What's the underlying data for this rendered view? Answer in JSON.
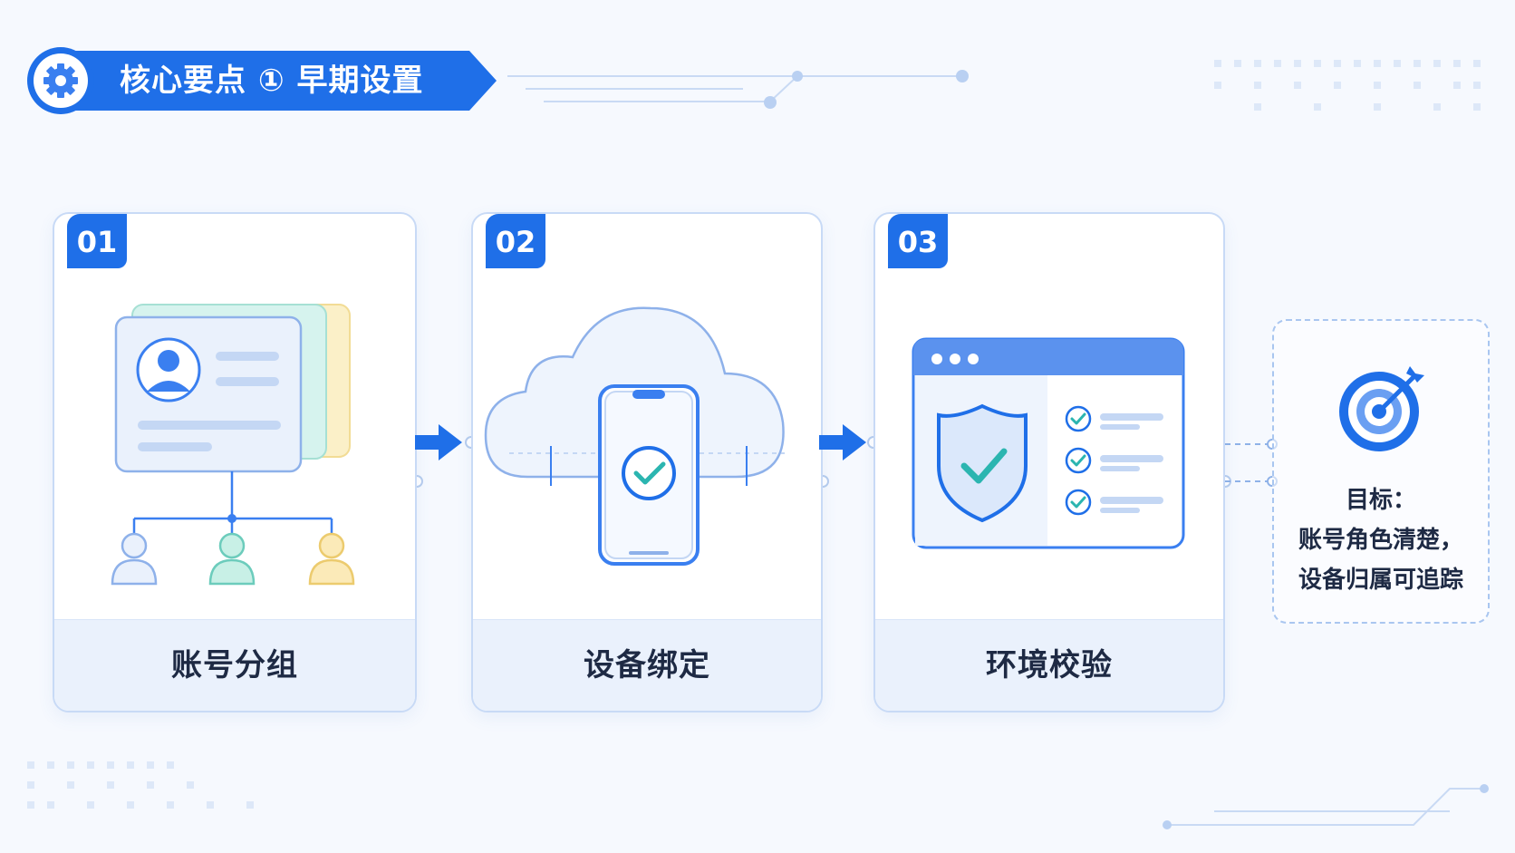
{
  "header": {
    "title": "核心要点 ① 早期设置",
    "icon": "gear-icon"
  },
  "steps": [
    {
      "number": "01",
      "label": "账号分组",
      "icon": "account-group-icon"
    },
    {
      "number": "02",
      "label": "设备绑定",
      "icon": "cloud-phone-icon"
    },
    {
      "number": "03",
      "label": "环境校验",
      "icon": "shield-browser-icon"
    }
  ],
  "goal": {
    "title": "目标：",
    "line1": "账号角色清楚，",
    "line2": "设备归属可追踪",
    "icon": "target-icon"
  },
  "colors": {
    "primary": "#1f6fe8",
    "card_border": "#c8daf6",
    "footer_bg": "#eaf1fc",
    "text": "#1e2a44"
  }
}
